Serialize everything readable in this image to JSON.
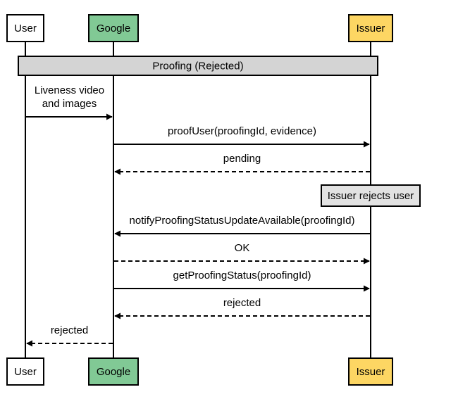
{
  "participants": [
    {
      "id": "user",
      "label": "User",
      "color": "#ffffff"
    },
    {
      "id": "google",
      "label": "Google",
      "color": "#81c995"
    },
    {
      "id": "issuer",
      "label": "Issuer",
      "color": "#fdd663"
    }
  ],
  "group": {
    "label": "Proofing (Rejected)",
    "color": "#d4d4d4"
  },
  "note": {
    "label": "Issuer rejects user",
    "color": "#e2e2e2"
  },
  "messages": [
    {
      "label_lines": [
        "Liveness video",
        "and images"
      ],
      "from": "user",
      "to": "google",
      "style": "solid"
    },
    {
      "label_lines": [
        "proofUser(proofingId, evidence)"
      ],
      "from": "google",
      "to": "issuer",
      "style": "solid"
    },
    {
      "label_lines": [
        "pending"
      ],
      "from": "issuer",
      "to": "google",
      "style": "dashed"
    },
    {
      "label_lines": [
        "notifyProofingStatusUpdateAvailable(proofingId)"
      ],
      "from": "issuer",
      "to": "google",
      "style": "solid"
    },
    {
      "label_lines": [
        "OK"
      ],
      "from": "google",
      "to": "issuer",
      "style": "dashed"
    },
    {
      "label_lines": [
        "getProofingStatus(proofingId)"
      ],
      "from": "google",
      "to": "issuer",
      "style": "solid"
    },
    {
      "label_lines": [
        "rejected"
      ],
      "from": "issuer",
      "to": "google",
      "style": "dashed"
    },
    {
      "label_lines": [
        "rejected"
      ],
      "from": "google",
      "to": "user",
      "style": "dashed"
    }
  ]
}
